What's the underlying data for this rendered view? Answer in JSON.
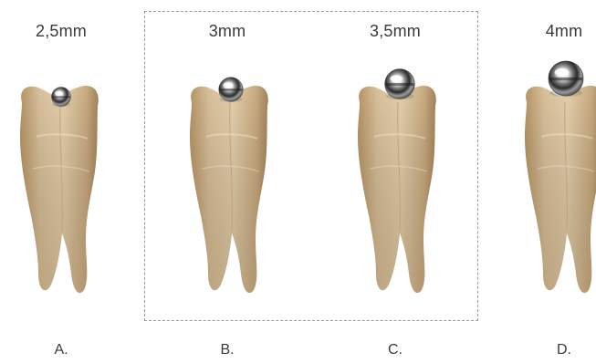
{
  "panels": [
    {
      "size": "2,5mm",
      "letter": "A.",
      "ball_diameter_mm": 2.5
    },
    {
      "size": "3mm",
      "letter": "B.",
      "ball_diameter_mm": 3
    },
    {
      "size": "3,5mm",
      "letter": "C.",
      "ball_diameter_mm": 3.5
    },
    {
      "size": "4mm",
      "letter": "D.",
      "ball_diameter_mm": 4
    }
  ],
  "colors": {
    "tooth_light": "#e2cca8",
    "tooth_mid": "#cdb18a",
    "tooth_dark": "#a8885f",
    "frame": "#9a9a9a",
    "text": "#3a3a3a"
  },
  "highlight": {
    "panels": [
      "B.",
      "C."
    ],
    "style": "dashed"
  }
}
